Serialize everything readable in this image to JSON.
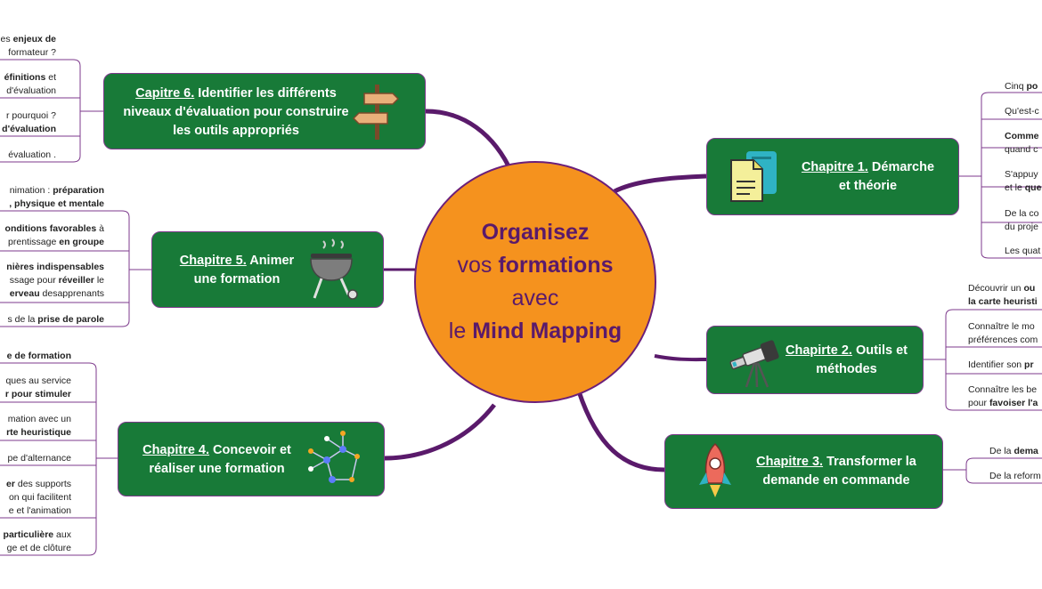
{
  "center": {
    "line1": "Organisez",
    "line2_a": "vos ",
    "line2_b": "formations",
    "line3": "avec",
    "line4_a": "le ",
    "line4_b": "Mind Mapping"
  },
  "colors": {
    "center_fill": "#f5921e",
    "branch": "#5a1a6b",
    "node_fill": "#187a38",
    "center_text": "#5a1a6b"
  },
  "chapters": {
    "ch1": {
      "link": "Chapitre 1.",
      "rest": " Démarche et théorie",
      "icon": "documents-icon"
    },
    "ch2": {
      "link": "Chapirte 2.",
      "rest": " Outils et méthodes",
      "icon": "telescope-icon"
    },
    "ch3": {
      "link": "Chapitre 3.",
      "rest": " Transformer la demande en commande",
      "icon": "rocket-icon"
    },
    "ch4": {
      "link": "Chapitre 4.",
      "rest": " Concevoir et réaliser une formation",
      "icon": "network-icon"
    },
    "ch5": {
      "link": "Chapitre 5.",
      "rest": " Animer une formation",
      "icon": "barbecue-icon"
    },
    "ch6": {
      "link": "Capitre 6.",
      "rest": " Identifier les différents niveaux d'évaluation pour construire les outils appropriés",
      "icon": "signpost-icon"
    }
  },
  "leaves": {
    "ch1": [
      {
        "a": "Cinq ",
        "b": "po"
      },
      {
        "a": "Qu'est-c",
        "b": ""
      },
      {
        "a": "",
        "b": "Comme",
        "c": "quand c"
      },
      {
        "a": "S'appuy",
        "d": "et le ",
        "e": "que"
      },
      {
        "a": "De la co",
        "c": "du proje"
      },
      {
        "a": "Les quat",
        "b": ""
      }
    ],
    "ch2": [
      {
        "a": "Découvrir un ",
        "b": "ou",
        "c": "la carte heuristi"
      },
      {
        "a": "Connaître le mo",
        "c": "préférences com"
      },
      {
        "a": "Identifier son ",
        "b": "pr"
      },
      {
        "a": "Connaître les be",
        "d": "pour ",
        "e": "favoiser l'a"
      }
    ],
    "ch3": [
      {
        "a": "De la ",
        "b": "dema"
      },
      {
        "a": "De la reform",
        "b": ""
      }
    ],
    "ch4": [
      {
        "l1b": "e de formation"
      },
      {
        "l1": "ques au service",
        "l2b": "r pour stimuler"
      },
      {
        "l1": "mation avec un",
        "l2b": "rte heuristique"
      },
      {
        "l1": "pe d'alternance"
      },
      {
        "l1b": "er",
        "l1": " des supports",
        "l2": "on qui facilitent",
        "l3": "e et l'animation"
      },
      {
        "l1b": "particulière",
        "l1": " aux",
        "l2": "ge et de clôture"
      }
    ],
    "ch5": [
      {
        "l1": "nimation : ",
        "l1b": "préparation",
        "l2b": ", physique et mentale"
      },
      {
        "l1b": "onditions favorables",
        "l1": " à",
        "l2": "prentissage ",
        "l2b": "en groupe"
      },
      {
        "l1b": "nières indispensables",
        "l2": "ssage pour ",
        "l2b": "réveiller",
        "l2c": " le",
        "l3b": "erveau",
        "l3": " desapprenants"
      },
      {
        "l1": "s de la ",
        "l1b": "prise de parole"
      }
    ],
    "ch6": [
      {
        "l1": "es ",
        "l1b": "enjeux de",
        "l2": " formateur ?"
      },
      {
        "l1b": "éfinitions",
        "l1c": " et",
        "l2": "d'évaluation"
      },
      {
        "l1": "r pourquoi ?",
        "l2b": "d'évaluation"
      },
      {
        "l1": "évaluation ."
      }
    ]
  }
}
